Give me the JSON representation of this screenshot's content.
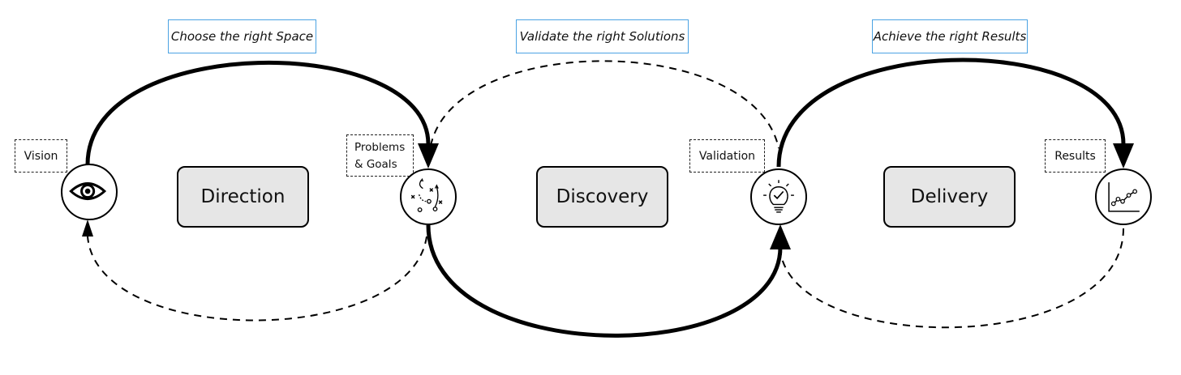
{
  "stages": {
    "direction": "Direction",
    "discovery": "Discovery",
    "delivery": "Delivery"
  },
  "phases": {
    "space": "Choose the right Space",
    "solutions": "Validate the right Solutions",
    "results": "Achieve the right Results"
  },
  "checkpoints": {
    "vision": "Vision",
    "problems_line1": "Problems",
    "problems_line2": "& Goals",
    "validation": "Validation",
    "results": "Results"
  },
  "icons": {
    "vision": "eye-icon",
    "problems": "strategy-play-icon",
    "validation": "lightbulb-check-icon",
    "results": "line-chart-icon"
  },
  "colors": {
    "stage_fill": "#e6e6e6",
    "phase_border": "#4ba3e3",
    "line": "#000000"
  }
}
